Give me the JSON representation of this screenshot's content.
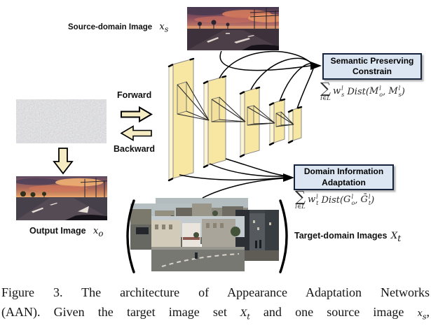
{
  "colors": {
    "slab": "#f8e7a2",
    "slab_side": "#fcf4d3",
    "slab_top": "#fbf0c6",
    "frustum": "#f3e09c",
    "arrow_fill": "#f5ecc4",
    "box_bg": "#dbe6f2",
    "box_border": "#16233c"
  },
  "labels": {
    "source": "Source-domain Image",
    "forward": "Forward",
    "backward": "Backward",
    "output": "Output Image",
    "target": "Target-domain Images"
  },
  "math": {
    "source": {
      "tokens": [
        {
          "v": "x",
          "sub": "s"
        }
      ]
    },
    "output": {
      "tokens": [
        {
          "v": "x",
          "sub": "o"
        }
      ]
    },
    "target": {
      "tokens": [
        {
          "v": "X",
          "sub": "t"
        }
      ]
    }
  },
  "boxes": {
    "semantic": {
      "line1": "Semantic Preserving",
      "line2": "Constrain"
    },
    "domain": {
      "line1": "Domain Information",
      "line2": "Adaptation"
    }
  },
  "formulas": {
    "semantic": {
      "limits": "l∈L",
      "tokens": [
        {
          "v": "w",
          "sup": "l",
          "sub": "s"
        },
        {
          "v": " Dist("
        },
        {
          "v": "M",
          "sup": "l",
          "sub": "o"
        },
        {
          "v": ", "
        },
        {
          "v": "M",
          "sup": "l",
          "sub": "s"
        },
        {
          "v": ")"
        }
      ]
    },
    "domain": {
      "limits": "l∈L",
      "tokens": [
        {
          "v": "w",
          "sup": "l",
          "sub": "t"
        },
        {
          "v": " Dist("
        },
        {
          "v": "G",
          "sup": "l",
          "sub": "o"
        },
        {
          "v": ", "
        },
        {
          "v": "Ḡ",
          "sup": "l",
          "sub": "t"
        },
        {
          "v": ")"
        }
      ]
    }
  },
  "caption": {
    "line1": "Figure 3. The architecture of Appearance Adaptation Networks",
    "line2_pre": "(AAN). Given the target image set ",
    "math1": {
      "tokens": [
        {
          "v": "X",
          "sub": "t"
        }
      ]
    },
    "line2_mid": " and one source image ",
    "math2": {
      "tokens": [
        {
          "v": "x",
          "sub": "s"
        }
      ]
    },
    "line2_end": ","
  }
}
